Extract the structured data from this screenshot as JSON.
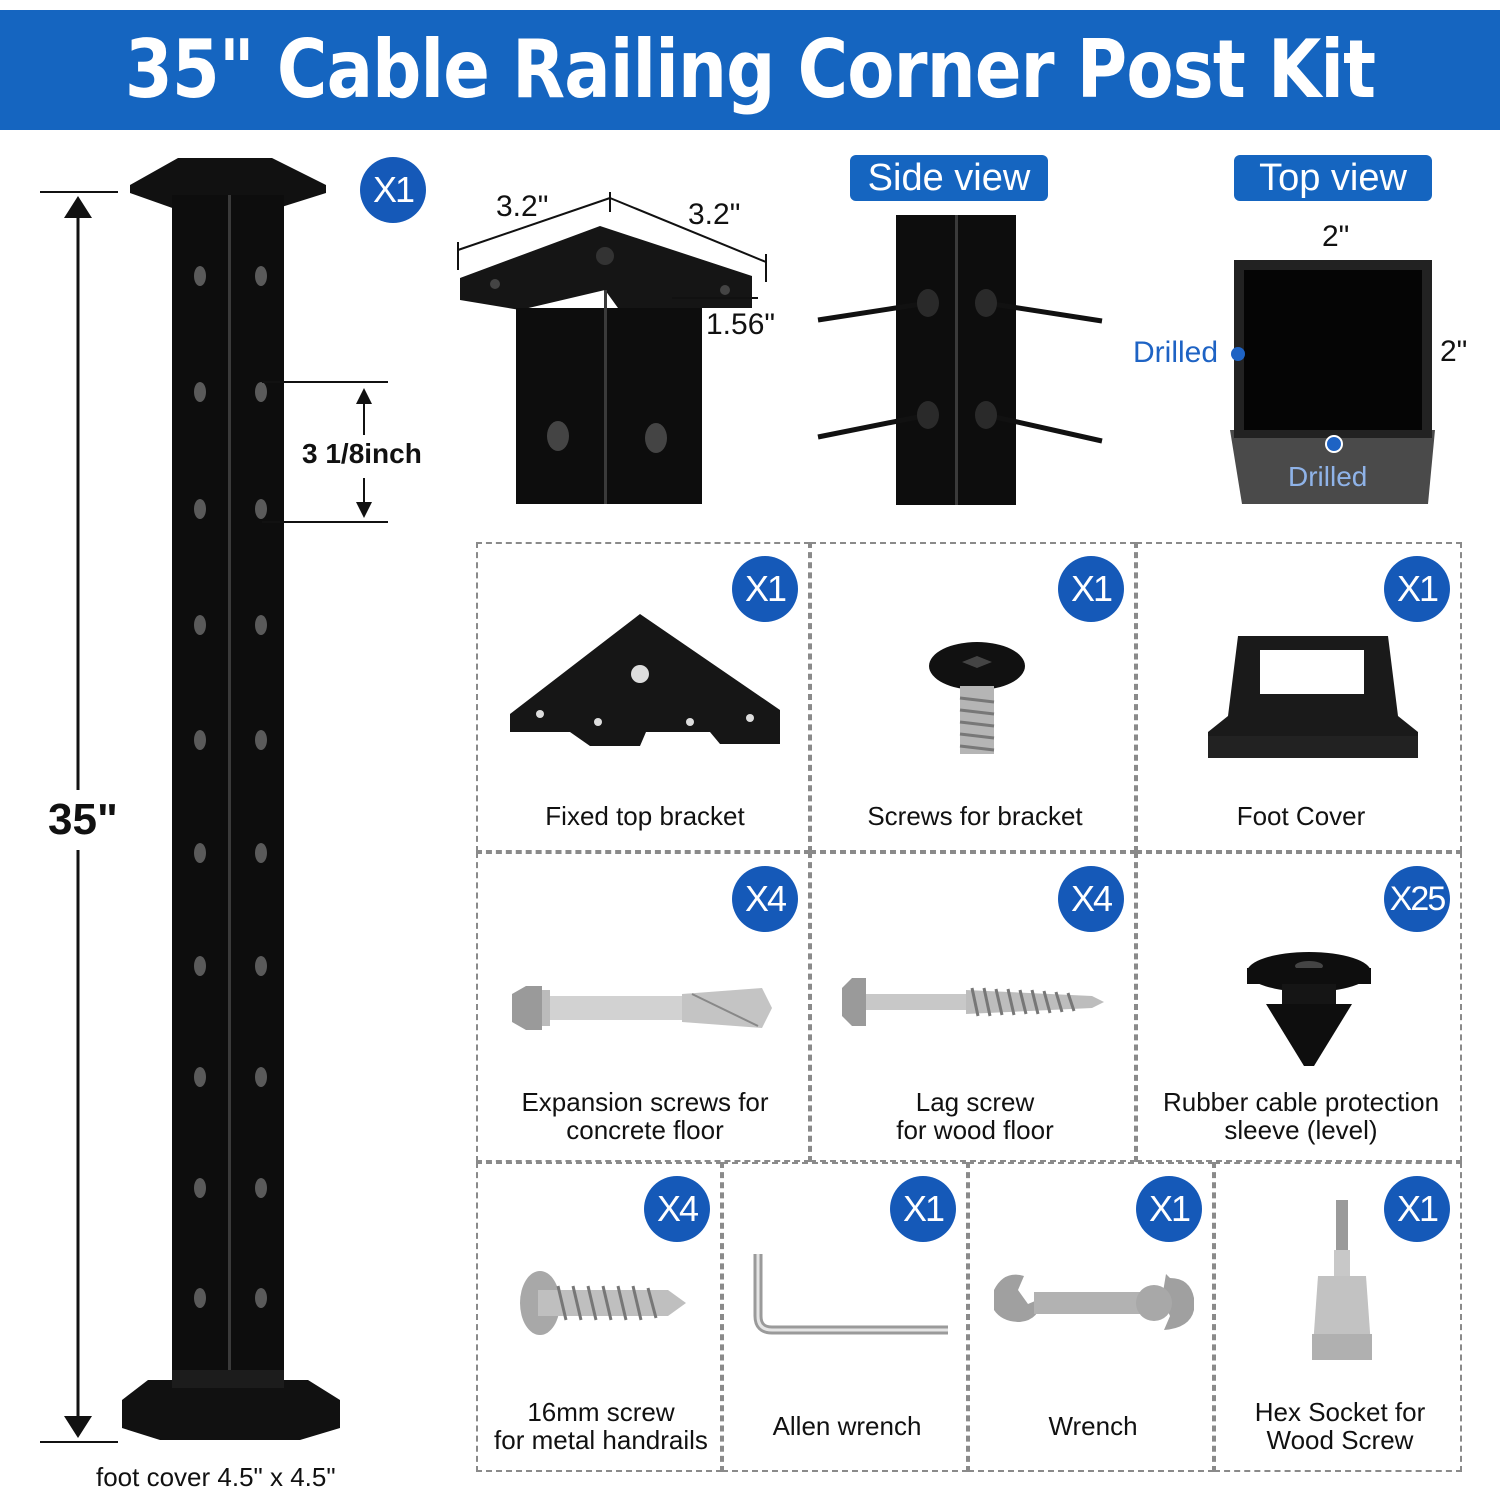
{
  "title": "35\" Cable Railing Corner Post Kit",
  "colors": {
    "banner": "#1565c0",
    "badge": "#1559b8",
    "post": "#111111",
    "accent_text": "#1e63c4"
  },
  "post": {
    "quantity": "X1",
    "height_label": "35\"",
    "hole_spacing_label": "3 1/8inch",
    "foot_cover_label": "foot cover 4.5\" x 4.5\""
  },
  "detail": {
    "width_a": "3.2\"",
    "width_b": "3.2\"",
    "depth": "1.56\"",
    "side_view_label": "Side view",
    "top_view_label": "Top view",
    "top_width": "2\"",
    "top_height": "2\"",
    "drilled_left": "Drilled",
    "drilled_bottom": "Drilled"
  },
  "parts": [
    {
      "qty": "X1",
      "label": "Fixed top bracket",
      "icon": "bracket-icon"
    },
    {
      "qty": "X1",
      "label": "Screws for bracket",
      "icon": "bracket-screw-icon"
    },
    {
      "qty": "X1",
      "label": "Foot Cover",
      "icon": "foot-cover-icon"
    },
    {
      "qty": "X4",
      "label": "Expansion screws for\nconcrete floor",
      "icon": "expansion-screw-icon"
    },
    {
      "qty": "X4",
      "label": "Lag screw\nfor wood floor",
      "icon": "lag-screw-icon"
    },
    {
      "qty": "X25",
      "label": "Rubber cable protection\nsleeve (level)",
      "icon": "rubber-sleeve-icon"
    },
    {
      "qty": "X4",
      "label": "16mm screw\nfor metal handrails",
      "icon": "metal-screw-icon"
    },
    {
      "qty": "X1",
      "label": "Allen wrench",
      "icon": "allen-wrench-icon"
    },
    {
      "qty": "X1",
      "label": "Wrench",
      "icon": "wrench-icon"
    },
    {
      "qty": "X1",
      "label": "Hex Socket for\nWood Screw",
      "icon": "hex-socket-icon"
    }
  ]
}
